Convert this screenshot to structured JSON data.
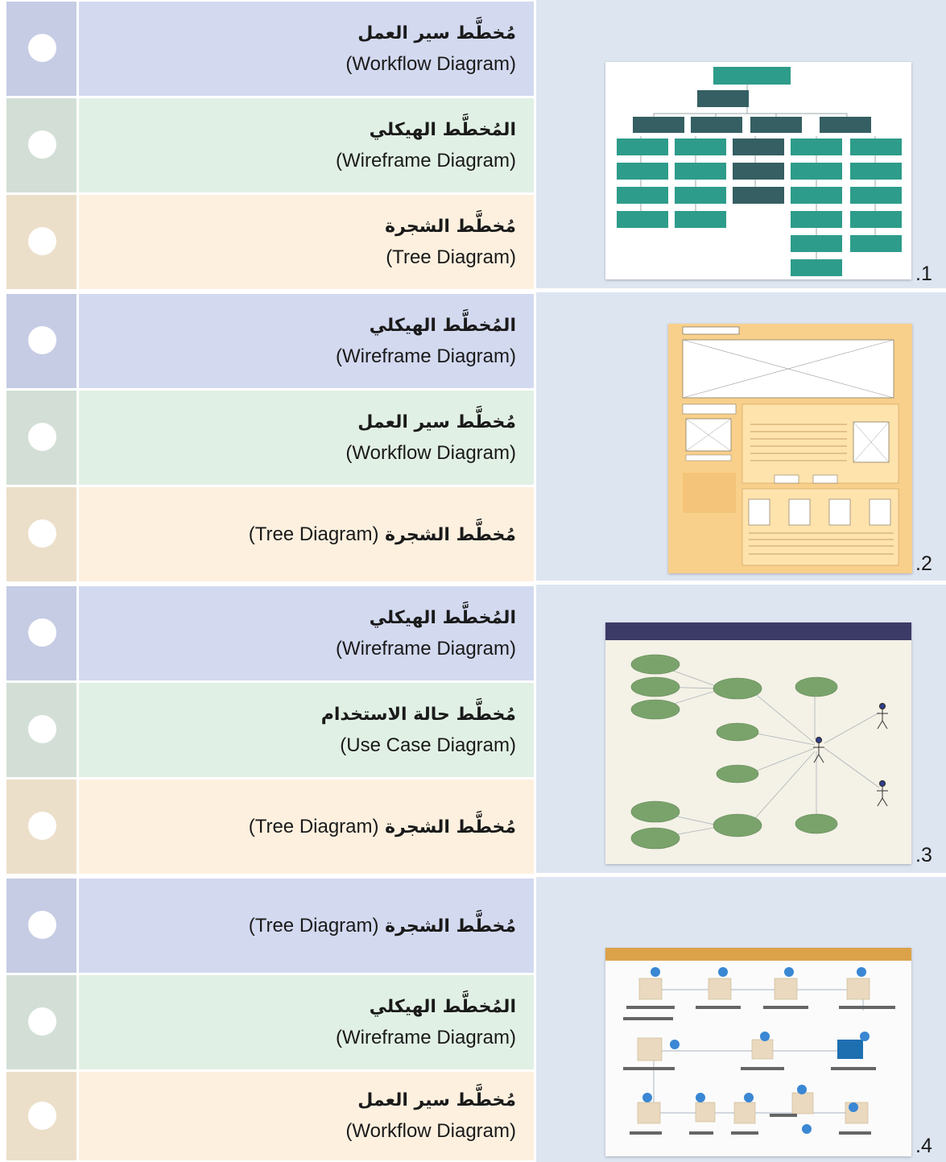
{
  "questions": [
    {
      "number": ".1",
      "options": [
        {
          "ar": "مُخطَّط سير العمل",
          "en": "(Workflow Diagram)"
        },
        {
          "ar": "المُخطَّط الهيكلي",
          "en": "(Wireframe Diagram)"
        },
        {
          "ar": "مُخطَّط الشجرة",
          "en": "(Tree Diagram)"
        }
      ]
    },
    {
      "number": ".2",
      "options": [
        {
          "ar": "المُخطَّط الهيكلي",
          "en": "(Wireframe Diagram)"
        },
        {
          "ar": "مُخطَّط سير العمل",
          "en": "(Workflow Diagram)"
        },
        {
          "ar": "مُخطَّط الشجرة",
          "en": "(Tree Diagram)"
        }
      ]
    },
    {
      "number": ".3",
      "options": [
        {
          "ar": "المُخطَّط الهيكلي",
          "en": "(Wireframe Diagram)"
        },
        {
          "ar": "مُخطَّط حالة الاستخدام",
          "en": "(Use Case Diagram)"
        },
        {
          "ar": "مُخطَّط الشجرة",
          "en": "(Tree Diagram)"
        }
      ]
    },
    {
      "number": ".4",
      "options": [
        {
          "ar": "مُخطَّط الشجرة",
          "en": "(Tree Diagram)"
        },
        {
          "ar": "المُخطَّط الهيكلي",
          "en": "(Wireframe Diagram)"
        },
        {
          "ar": "مُخطَّط سير العمل",
          "en": "(Workflow Diagram)"
        }
      ]
    }
  ],
  "colors": {
    "option1": "#d3d9ef",
    "option2": "#e1f0e4",
    "option3": "#fdf0df",
    "panel": "#dde5f1",
    "tree_node_teal": "#2e9c8a",
    "tree_node_dark": "#355f63",
    "wireframe_orange": "#f4c37a",
    "usecase_green": "#7aa36c",
    "usecase_header": "#3c3a66",
    "workflow_header": "#dba24a"
  },
  "icons": {
    "option_marker": "radio-circle-icon",
    "thumbnails": [
      "tree-diagram-thumbnail",
      "wireframe-diagram-thumbnail",
      "use-case-diagram-thumbnail",
      "workflow-diagram-thumbnail"
    ]
  }
}
